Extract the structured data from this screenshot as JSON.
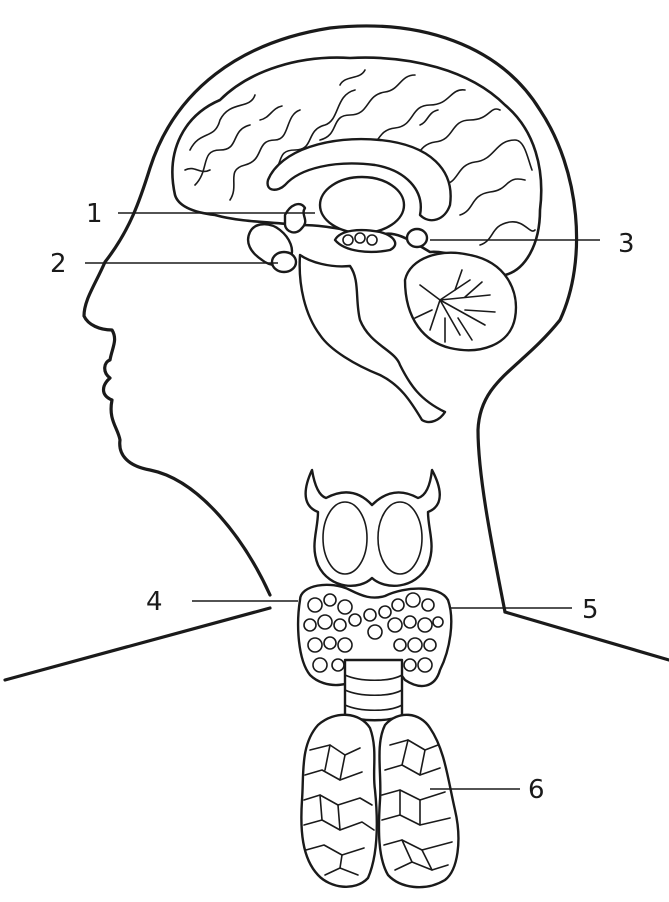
{
  "colors": {
    "ink": "#1a1a1a",
    "paper": "#ffffff"
  },
  "labels": [
    {
      "id": "label-1",
      "text": "1"
    },
    {
      "id": "label-2",
      "text": "2"
    },
    {
      "id": "label-3",
      "text": "3"
    },
    {
      "id": "label-4",
      "text": "4"
    },
    {
      "id": "label-5",
      "text": "5"
    },
    {
      "id": "label-6",
      "text": "6"
    }
  ]
}
